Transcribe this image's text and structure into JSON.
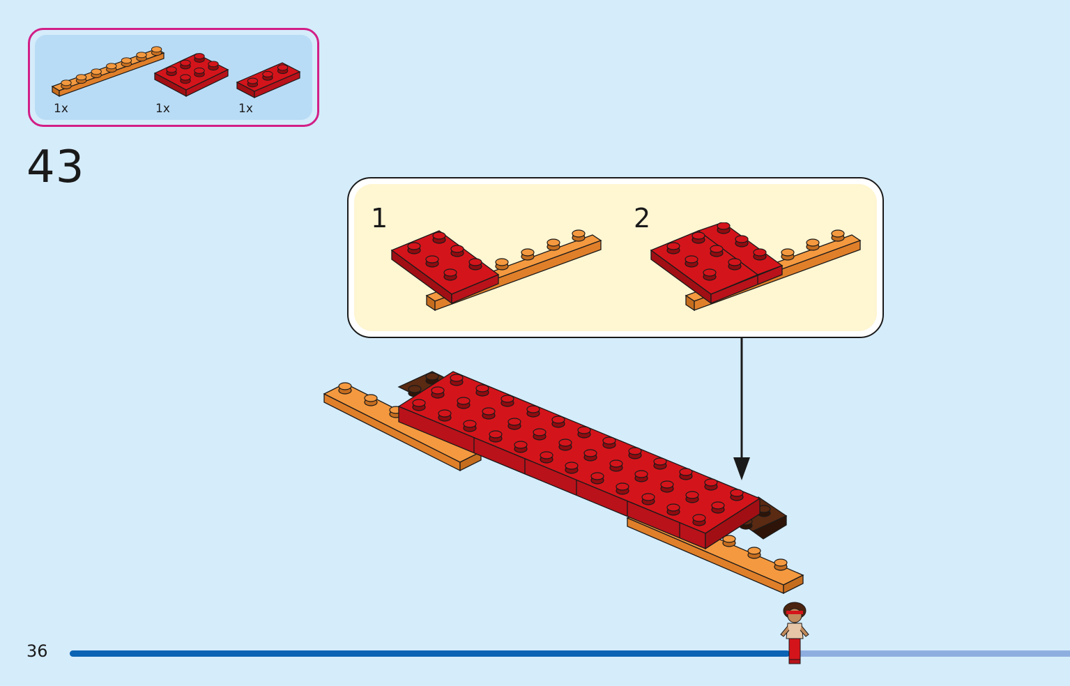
{
  "page": {
    "step_number": "43",
    "page_number": "36",
    "progress_fraction": 0.72
  },
  "parts": [
    {
      "name": "orange 1x6 plate",
      "qty": "1x",
      "color": "#f4993f"
    },
    {
      "name": "red 2x3 plate",
      "qty": "1x",
      "color": "#d4141b"
    },
    {
      "name": "red 1x3 plate",
      "qty": "1x",
      "color": "#d4141b"
    }
  ],
  "callout": {
    "substeps": [
      {
        "number": "1"
      },
      {
        "number": "2"
      }
    ]
  },
  "colors": {
    "background": "#d5ecfb",
    "parts_border": "#d21f86",
    "parts_fill": "#b9dcf6",
    "callout_fill": "#fff6d2",
    "brick_red": "#d4141b",
    "brick_orange": "#f4993f",
    "brick_brown": "#5a2a12",
    "progress_done": "#0a63b3",
    "progress_rest": "#8faee0"
  },
  "icons": {
    "arrow": "down-arrow-icon",
    "figure": "minifigure-icon"
  }
}
